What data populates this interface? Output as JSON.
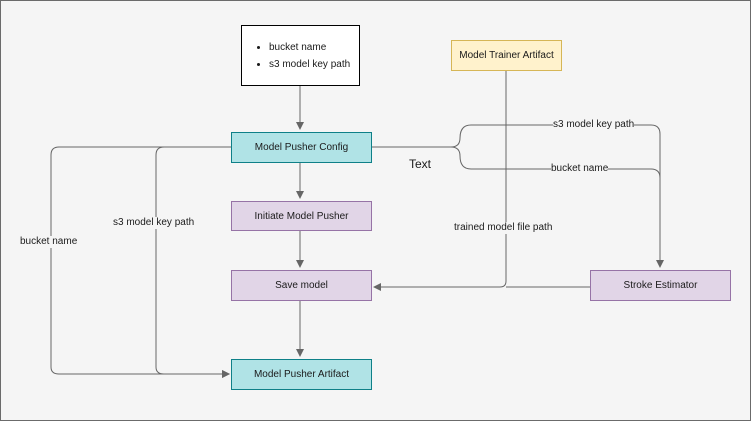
{
  "nodes": {
    "params_box": {
      "items": [
        "bucket name",
        "s3 model key path"
      ]
    },
    "pusher_config": "Model Pusher Config",
    "trainer_artifact": "Model Trainer Artifact",
    "initiate_pusher": "Initiate Model Pusher",
    "save_model": "Save model",
    "stroke_estimator": "Stroke Estimator",
    "pusher_artifact": "Model Pusher Artifact"
  },
  "edge_labels": {
    "s3_key_right": "s3 model key path",
    "bucket_right": "bucket name",
    "free_text": "Text",
    "trained_path": "trained model file path",
    "s3_key_left": "s3 model key path",
    "bucket_left": "bucket name"
  },
  "colors": {
    "teal_fill": "#b0e3e6",
    "purple_fill": "#e1d5e7",
    "yellow_fill": "#fff2cc",
    "line": "#666666"
  }
}
